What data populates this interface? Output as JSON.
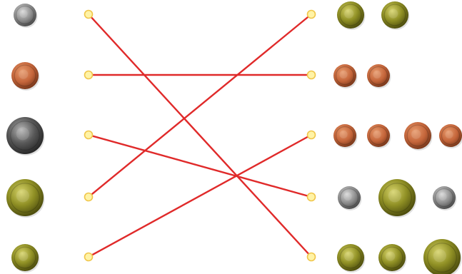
{
  "colors": {
    "line": "#e02a2a",
    "dot_fill": "#fff3a6",
    "dot_stroke": "#f0c64a",
    "silver": "#8c8c8c",
    "copper": "#c86a3a",
    "dark": "#4a4a4a",
    "gold": "#8b8b22"
  },
  "left_items": [
    {
      "name": "silver-small-coin-icon",
      "coins": [
        {
          "type": "silver",
          "size": "small"
        }
      ]
    },
    {
      "name": "copper-coin-icon",
      "coins": [
        {
          "type": "copper",
          "size": "medium"
        }
      ]
    },
    {
      "name": "dark-large-coin-icon",
      "coins": [
        {
          "type": "dark",
          "size": "large"
        }
      ]
    },
    {
      "name": "gold-large-coin-icon",
      "coins": [
        {
          "type": "gold",
          "size": "large"
        }
      ]
    },
    {
      "name": "gold-small-coin-icon",
      "coins": [
        {
          "type": "gold",
          "size": "medium"
        }
      ]
    }
  ],
  "right_items": [
    {
      "name": "gold-coin-pair",
      "coins": [
        {
          "type": "gold",
          "size": "medium"
        },
        {
          "type": "gold",
          "size": "medium"
        }
      ]
    },
    {
      "name": "copper-coin-pair",
      "coins": [
        {
          "type": "copper",
          "size": "small"
        },
        {
          "type": "copper",
          "size": "small"
        }
      ]
    },
    {
      "name": "copper-coin-group",
      "coins": [
        {
          "type": "copper",
          "size": "small"
        },
        {
          "type": "copper",
          "size": "small"
        },
        {
          "type": "copper",
          "size": "medium"
        },
        {
          "type": "copper",
          "size": "small"
        }
      ]
    },
    {
      "name": "mixed-silver-gold-group",
      "coins": [
        {
          "type": "silver",
          "size": "small"
        },
        {
          "type": "gold",
          "size": "large"
        },
        {
          "type": "silver",
          "size": "small"
        }
      ]
    },
    {
      "name": "gold-coin-triple",
      "coins": [
        {
          "type": "gold",
          "size": "medium"
        },
        {
          "type": "gold",
          "size": "medium"
        },
        {
          "type": "gold",
          "size": "large"
        }
      ]
    }
  ],
  "connections": [
    {
      "from": 0,
      "to": 4
    },
    {
      "from": 1,
      "to": 1
    },
    {
      "from": 2,
      "to": 3
    },
    {
      "from": 3,
      "to": 0
    },
    {
      "from": 4,
      "to": 2
    }
  ]
}
